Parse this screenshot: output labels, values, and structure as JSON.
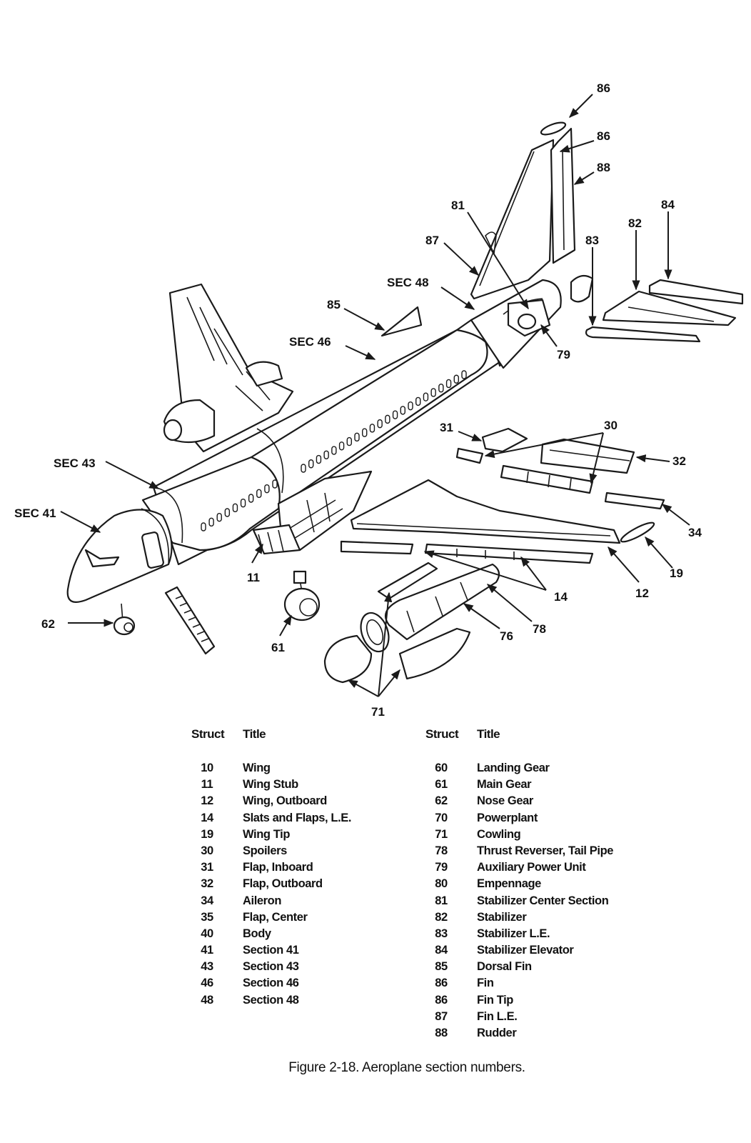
{
  "diagram": {
    "callouts": {
      "sec41": "SEC 41",
      "sec43": "SEC 43",
      "sec46": "SEC 46",
      "sec48": "SEC 48",
      "n11": "11",
      "n12": "12",
      "n14": "14",
      "n19": "19",
      "n30": "30",
      "n31": "31",
      "n32": "32",
      "n34": "34",
      "n61": "61",
      "n62": "62",
      "n71": "71",
      "n76": "76",
      "n78": "78",
      "n79": "79",
      "n81": "81",
      "n82": "82",
      "n83": "83",
      "n84": "84",
      "n85": "85",
      "n86a": "86",
      "n86b": "86",
      "n87": "87",
      "n88": "88"
    }
  },
  "table_left": {
    "header": {
      "struct": "Struct",
      "title": "Title"
    },
    "rows": [
      {
        "num": "10",
        "title": "Wing"
      },
      {
        "num": "11",
        "title": "Wing Stub"
      },
      {
        "num": "12",
        "title": "Wing, Outboard"
      },
      {
        "num": "14",
        "title": "Slats and Flaps, L.E."
      },
      {
        "num": "19",
        "title": "Wing Tip"
      },
      {
        "num": "30",
        "title": "Spoilers"
      },
      {
        "num": "31",
        "title": "Flap, Inboard"
      },
      {
        "num": "32",
        "title": "Flap, Outboard"
      },
      {
        "num": "34",
        "title": "Aileron"
      },
      {
        "num": "35",
        "title": "Flap, Center"
      },
      {
        "num": "40",
        "title": "Body"
      },
      {
        "num": "41",
        "title": "Section 41"
      },
      {
        "num": "43",
        "title": "Section 43"
      },
      {
        "num": "46",
        "title": "Section 46"
      },
      {
        "num": "48",
        "title": "Section 48"
      }
    ]
  },
  "table_right": {
    "header": {
      "struct": "Struct",
      "title": "Title"
    },
    "rows": [
      {
        "num": "60",
        "title": "Landing Gear"
      },
      {
        "num": "61",
        "title": "Main Gear"
      },
      {
        "num": "62",
        "title": "Nose Gear"
      },
      {
        "num": "70",
        "title": "Powerplant"
      },
      {
        "num": "71",
        "title": "Cowling"
      },
      {
        "num": "78",
        "title": "Thrust Reverser, Tail Pipe"
      },
      {
        "num": "79",
        "title": "Auxiliary Power Unit"
      },
      {
        "num": "80",
        "title": "Empennage"
      },
      {
        "num": "81",
        "title": "Stabilizer Center Section"
      },
      {
        "num": "82",
        "title": "Stabilizer"
      },
      {
        "num": "83",
        "title": "Stabilizer L.E."
      },
      {
        "num": "84",
        "title": "Stabilizer Elevator"
      },
      {
        "num": "85",
        "title": "Dorsal Fin"
      },
      {
        "num": "86",
        "title": "Fin"
      },
      {
        "num": "86",
        "title": "Fin Tip"
      },
      {
        "num": "87",
        "title": "Fin L.E."
      },
      {
        "num": "88",
        "title": "Rudder"
      }
    ]
  },
  "caption": "Figure 2-18. Aeroplane section numbers."
}
